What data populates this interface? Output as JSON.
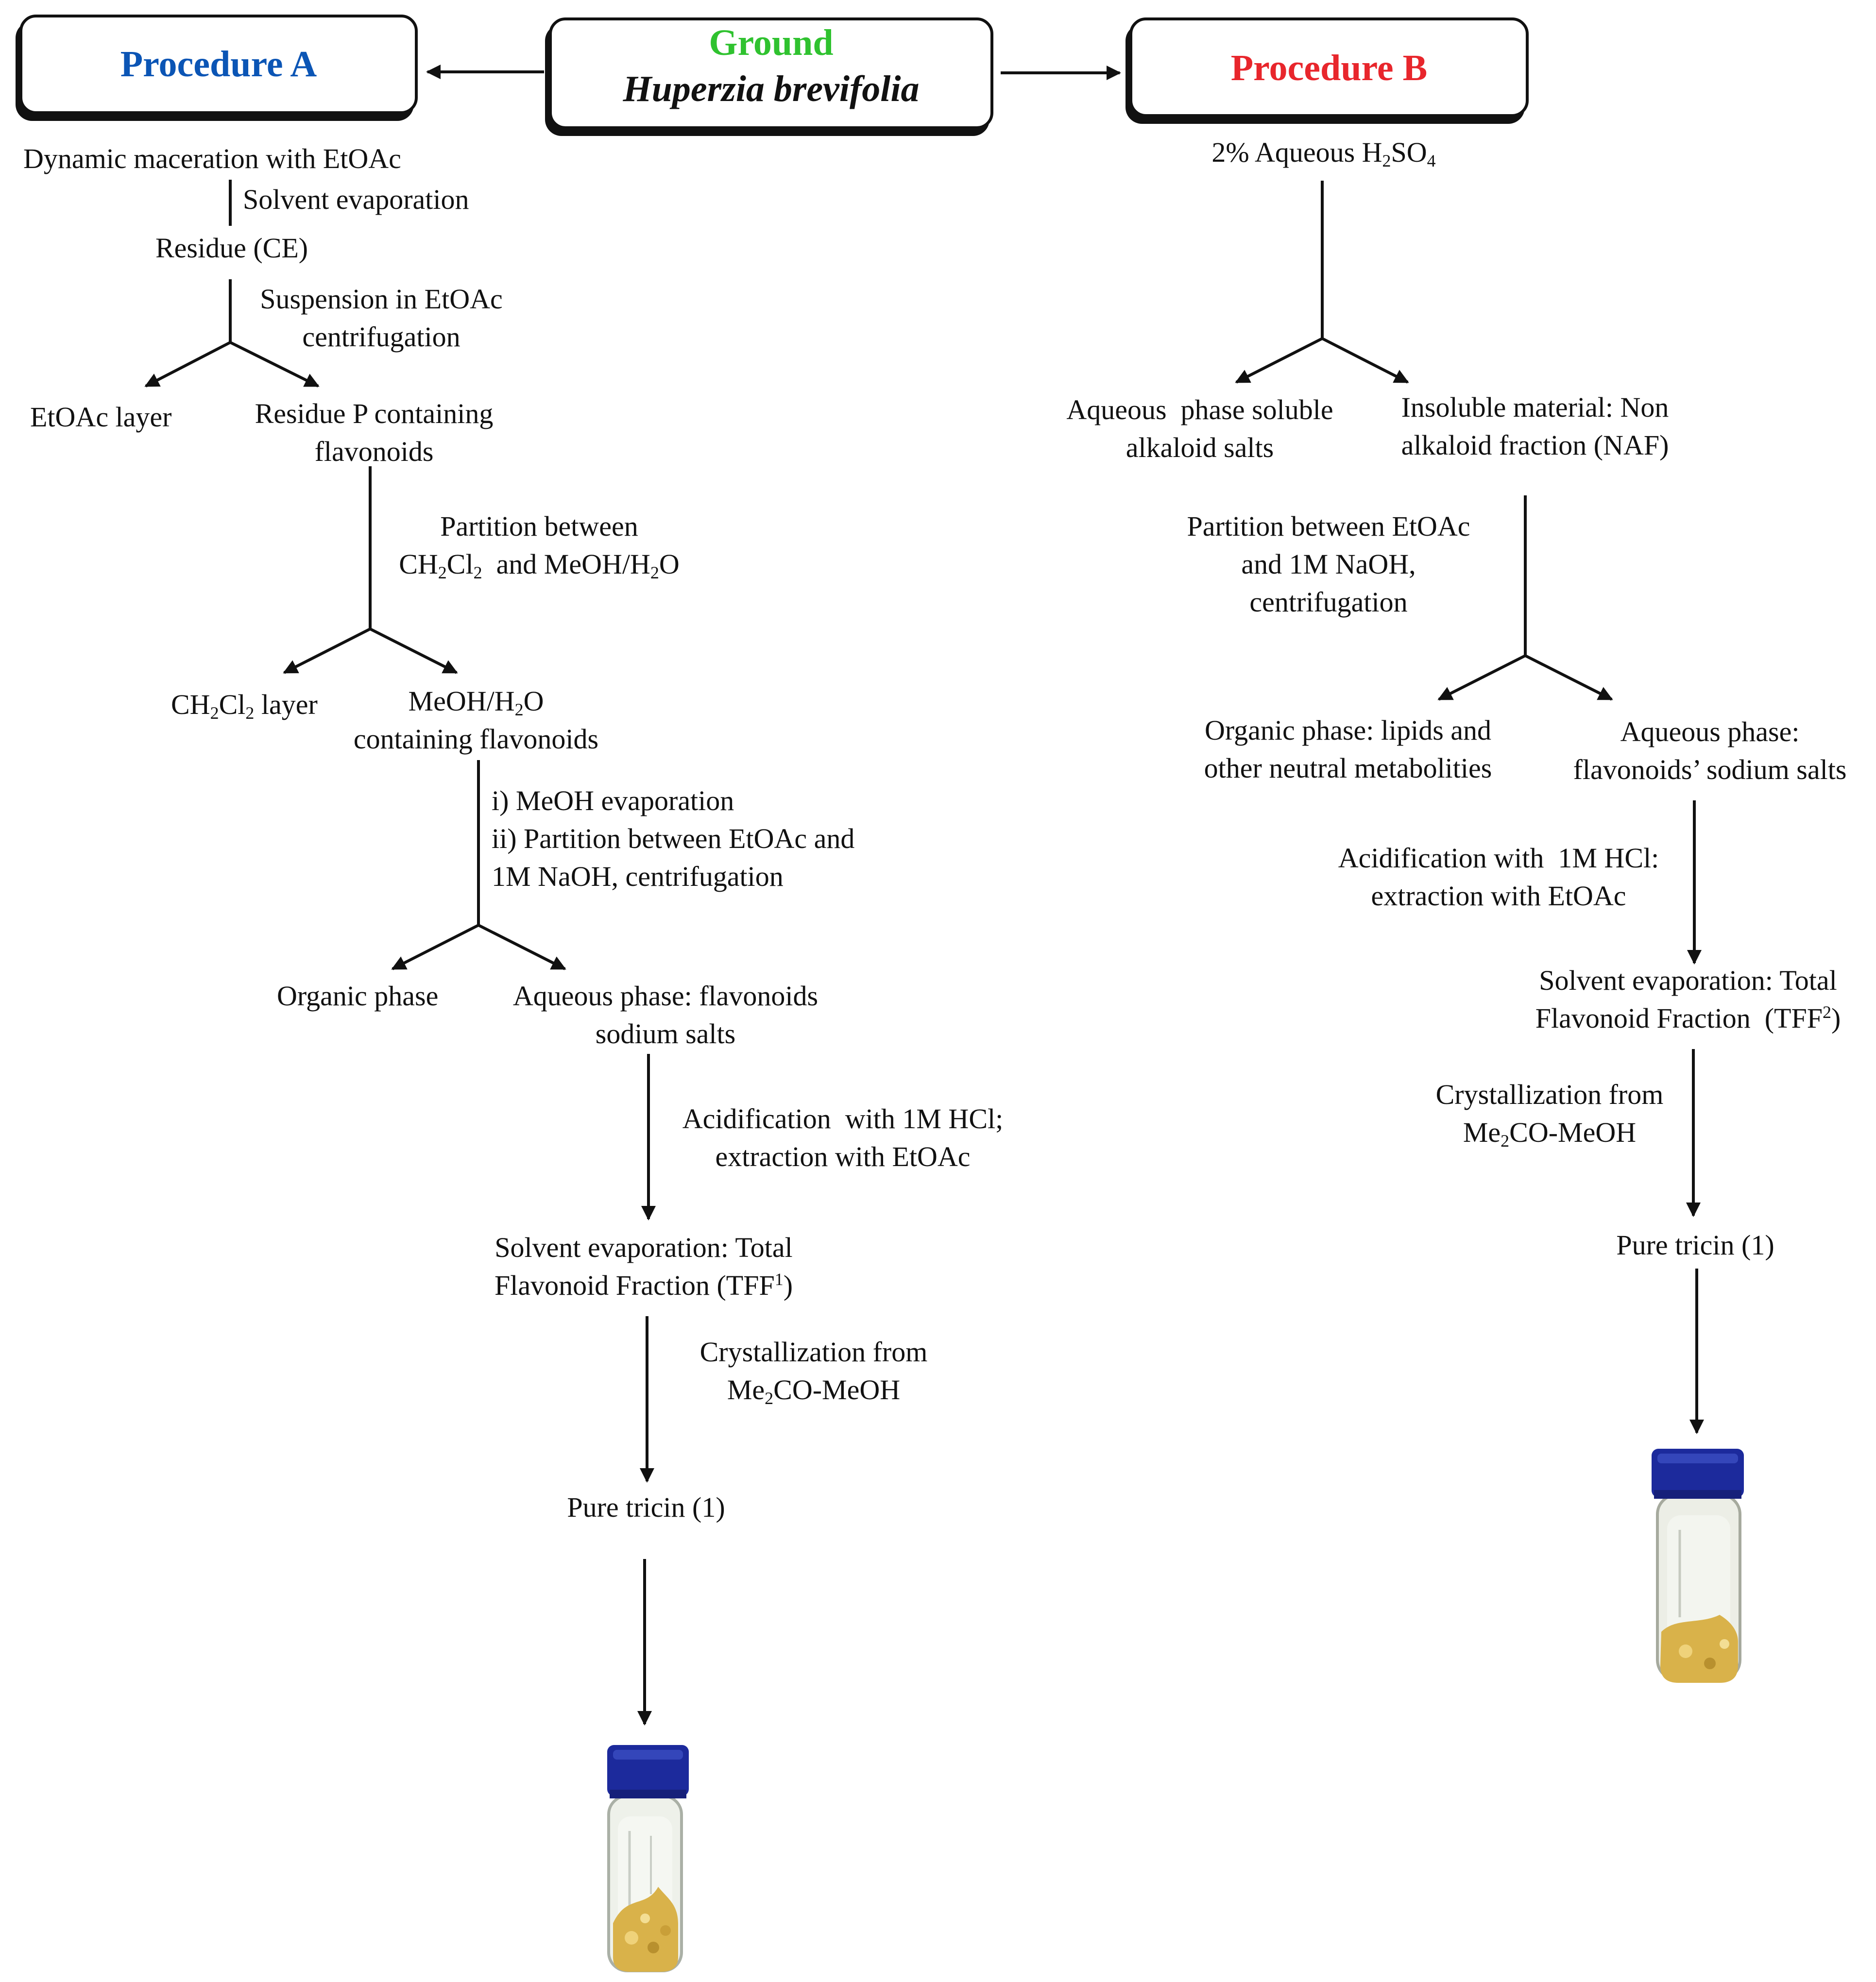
{
  "colors": {
    "procedure_a": "#0b55b5",
    "procedure_b": "#e8262c",
    "ground": "#2fc22f",
    "vial_cap": "#1c2a9c",
    "vial_crystals": "#d9b24a"
  },
  "headers": {
    "procedure_a": "Procedure A",
    "procedure_b": "Procedure B",
    "ground_label": "Ground",
    "plant_name": "Huperzia brevifolia"
  },
  "procedure_a": {
    "maceration": "Dynamic maceration with EtOAc",
    "solvent_evaporation": "Solvent  evaporation",
    "residue_ce": "Residue (CE)",
    "suspension": [
      "Suspension in EtOAc",
      "centrifugation"
    ],
    "etoac_layer": "EtOAc layer",
    "residue_p": [
      "Residue P containing",
      "flavonoids"
    ],
    "partition_1": [
      "Partition between",
      "CH",
      "2",
      "Cl",
      "2",
      "  and MeOH/H",
      "2",
      "O"
    ],
    "ch2cl2_layer": [
      "CH",
      "2",
      "Cl",
      "2",
      " layer"
    ],
    "meoh_h2o": [
      "MeOH/H",
      "2",
      "O",
      "containing flavonoids"
    ],
    "meoh_steps": [
      "i) MeOH evaporation",
      "ii) Partition between EtOAc and",
      "1M NaOH, centrifugation"
    ],
    "organic_phase": "Organic phase",
    "aqueous_phase": [
      "Aqueous phase: flavonoids",
      "sodium salts"
    ],
    "acidification": [
      "Acidification  with 1M HCl;",
      "extraction with EtOAc"
    ],
    "tff": [
      "Solvent evaporation: Total",
      "Flavonoid Fraction (TFF",
      "1",
      ")"
    ],
    "crystallization": [
      "Crystallization from",
      "Me",
      "2",
      "CO-MeOH"
    ],
    "pure_tricin": "Pure tricin (1)"
  },
  "procedure_b": {
    "acid": [
      "2% Aqueous H",
      "2",
      "SO",
      "4"
    ],
    "aqueous_salts": [
      "Aqueous  phase soluble",
      "alkaloid salts"
    ],
    "insoluble": [
      "Insoluble material: Non",
      "alkaloid fraction (NAF)"
    ],
    "partition": [
      "Partition between EtOAc",
      "and 1M NaOH,",
      "centrifugation"
    ],
    "organic_phase": [
      "Organic phase: lipids and",
      "other neutral metabolities"
    ],
    "aqueous_phase": [
      "Aqueous phase:",
      "flavonoids’ sodium salts"
    ],
    "acidification": [
      "Acidification with  1M HCl:",
      "extraction with EtOAc"
    ],
    "tff": [
      "Solvent evaporation: Total",
      "Flavonoid Fraction  (TFF",
      "2",
      ")"
    ],
    "crystallization": [
      "Crystallization from",
      "Me",
      "2",
      "CO-MeOH"
    ],
    "pure_tricin": "Pure tricin (1)"
  }
}
